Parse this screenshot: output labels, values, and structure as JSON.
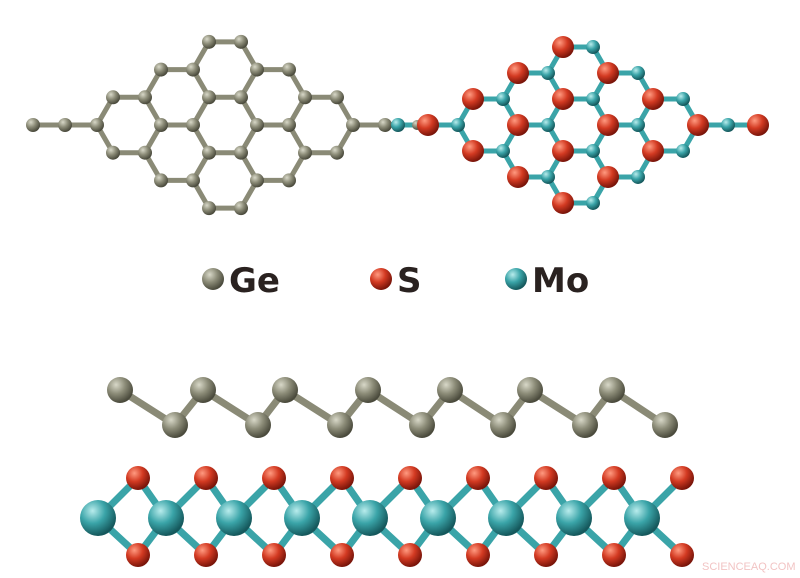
{
  "legend": [
    {
      "label": "Ge",
      "color": "#8c8c78"
    },
    {
      "label": "S",
      "color": "#d33a22"
    },
    {
      "label": "Mo",
      "color": "#3aa4a8"
    }
  ],
  "watermark": "SCIENCEAQ.COM",
  "colors": {
    "ge": "#8c8c78",
    "s": "#d33a22",
    "mo": "#3aa4a8",
    "ge_bond": "#8a8a76"
  }
}
